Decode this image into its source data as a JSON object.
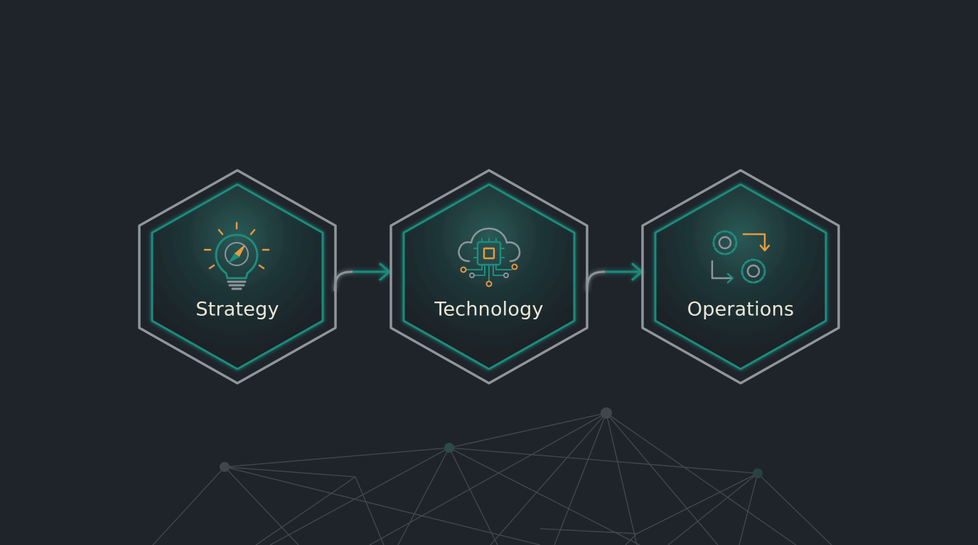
{
  "diagram": {
    "steps": [
      {
        "label": "Strategy",
        "icon": "lightbulb-compass-icon"
      },
      {
        "label": "Technology",
        "icon": "cloud-chip-icon"
      },
      {
        "label": "Operations",
        "icon": "gears-cycle-icon"
      }
    ],
    "connectors": [
      {
        "from": "Strategy",
        "to": "Technology"
      },
      {
        "from": "Technology",
        "to": "Operations"
      }
    ],
    "colors": {
      "background": "#1f242b",
      "teal": "#1e8c7e",
      "outline": "#8e969d",
      "orange": "#e79a3e",
      "label": "#ece7d6",
      "network": "#4a5057"
    }
  }
}
